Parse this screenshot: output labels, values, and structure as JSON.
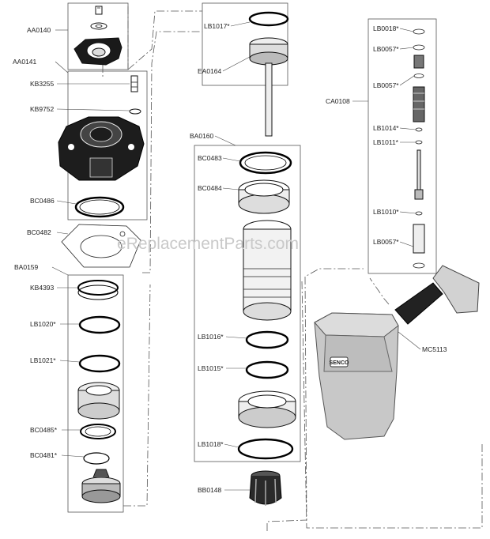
{
  "watermark": "eReplacementParts.com",
  "brand_plate": "SENCO",
  "groups": {
    "aa0140": "AA0140",
    "aa0141": "AA0141",
    "ba0159": "BA0159",
    "ba0160": "BA0160",
    "ca0108": "CA0108"
  },
  "parts": {
    "kb3255": "KB3255",
    "kb9752": "KB9752",
    "bc0486": "BC0486",
    "bc0482": "BC0482",
    "kb4393": "KB4393",
    "lb1020": "LB1020*",
    "lb1021": "LB1021*",
    "bc0485": "BC0485*",
    "bc0481": "BC0481*",
    "lb1017": "LB1017*",
    "ea0164": "EA0164",
    "bc0483": "BC0483",
    "bc0484": "BC0484",
    "lb1016": "LB1016*",
    "lb1015": "LB1015*",
    "lb1018": "LB1018*",
    "bb0148": "BB0148",
    "lb0018": "LB0018*",
    "lb0057a": "LB0057*",
    "lb0057b": "LB0057*",
    "lb1014": "LB1014*",
    "lb1011": "LB1011*",
    "lb1010": "LB1010*",
    "lb0057c": "LB0057*",
    "mc5113": "MC5113"
  }
}
